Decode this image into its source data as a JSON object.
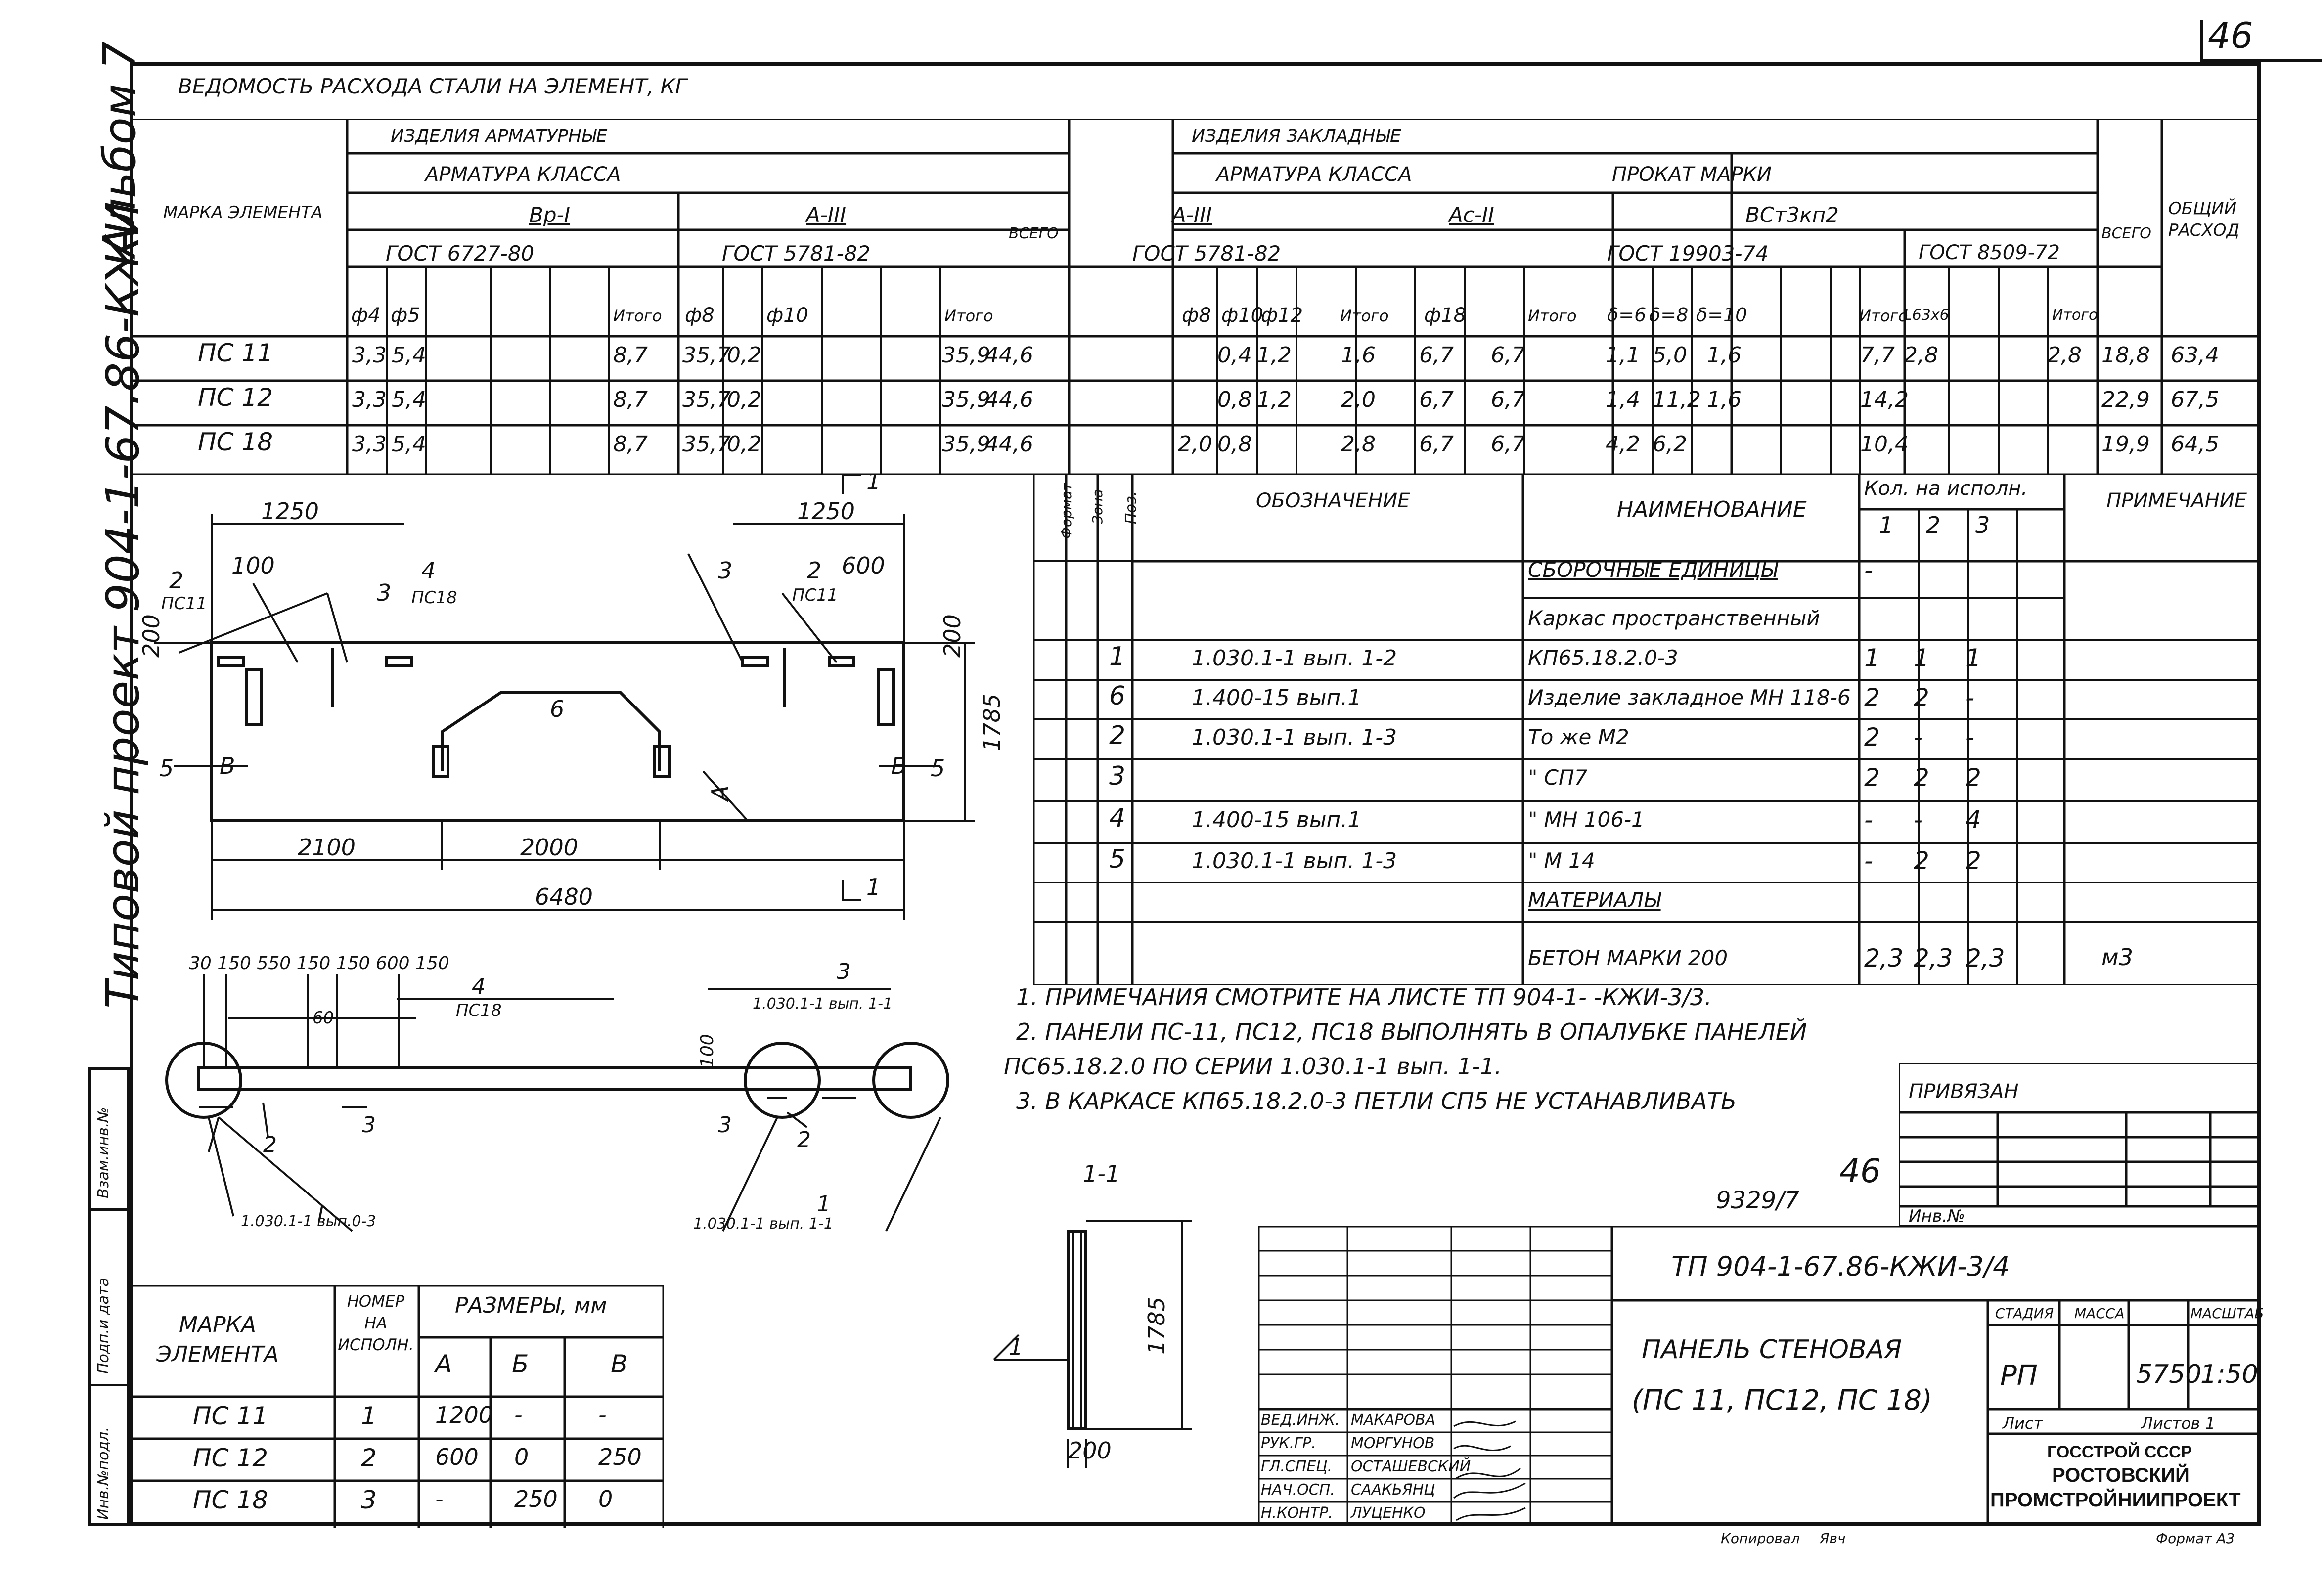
{
  "page_number": "46",
  "margin": {
    "album": "Альбом 7",
    "project": "Типовой проект 904-1-67.86-КЖИ",
    "stamp_cells": [
      "Взам.инв.№",
      "Подп.и дата",
      "Инв.№подл."
    ]
  },
  "steel_table": {
    "title": "ВЕДОМОСТЬ РАСХОДА СТАЛИ НА ЭЛЕМЕНТ, КГ",
    "mark_header": "МАРКА ЭЛЕМЕНТА",
    "group_reinf": "ИЗДЕЛИЯ АРМАТУРНЫЕ",
    "group_embed": "ИЗДЕЛИЯ ЗАКЛАДНЫЕ",
    "class_header": "АРМАТУРА КЛАССА",
    "class_header2": "АРМАТУРА КЛАССА",
    "prokat_header": "ПРОКАТ МАРКИ",
    "vr1": "Вр-I",
    "a3": "А-III",
    "a3b": "А-III",
    "ac2": "Ас-II",
    "steel_grade": "ВСт3кп2",
    "gost1": "ГОСТ 6727-80",
    "gost2": "ГОСТ 5781-82",
    "gost3": "ГОСТ 5781-82",
    "gost4": "ГОСТ 19903-74",
    "gost5": "ГОСТ 8509-72",
    "total_label": "ВСЕГО",
    "total_label2": "ВСЕГО",
    "overall_label": "ОБЩИЙ РАСХОД",
    "subheaders": [
      "ф4",
      "ф5",
      "Итого",
      "ф8",
      "ф10",
      "Итого",
      "ф8",
      "ф10",
      "ф12",
      "Итого",
      "ф18",
      "Итого",
      "δ=6",
      "δ=8",
      "δ=10",
      "Итого",
      "L63х6",
      "Итого"
    ],
    "rows": [
      {
        "mark": "ПС 11",
        "v": [
          "3,3",
          "5,4",
          "8,7",
          "35,7",
          "0,2",
          "35,9",
          "44,6",
          "",
          "0,4",
          "1,2",
          "1,6",
          "6,7",
          "6,7",
          "1,1",
          "5,0",
          "1,6",
          "7,7",
          "2,8",
          "2,8",
          "18,8",
          "63,4"
        ]
      },
      {
        "mark": "ПС 12",
        "v": [
          "3,3",
          "5,4",
          "8,7",
          "35,7",
          "0,2",
          "35,9",
          "44,6",
          "",
          "0,8",
          "1,2",
          "2,0",
          "6,7",
          "6,7",
          "1,4",
          "11,2",
          "1,6",
          "14,2",
          "",
          "",
          "22,9",
          "67,5"
        ]
      },
      {
        "mark": "ПС 18",
        "v": [
          "3,3",
          "5,4",
          "8,7",
          "35,7",
          "0,2",
          "35,9",
          "44,6",
          "2,0",
          "0,8",
          "",
          "2,8",
          "6,7",
          "6,7",
          "4,2",
          "6,2",
          "",
          "10,4",
          "",
          "",
          "19,9",
          "64,5"
        ]
      }
    ]
  },
  "spec_table": {
    "headers": {
      "format": "Формат",
      "zone": "Зона",
      "pos": "Поз.",
      "designation": "ОБОЗНАЧЕНИЕ",
      "name": "НАИМЕНОВАНИЕ",
      "qty": "Кол. на исполн.",
      "note": "ПРИМЕЧАНИЕ"
    },
    "qty_cols": [
      "1",
      "2",
      "3"
    ],
    "rows": [
      {
        "pos": "",
        "des": "",
        "name": "СБОРОЧНЫЕ ЕДИНИЦЫ",
        "q": [
          "-",
          "",
          ""
        ],
        "note": ""
      },
      {
        "pos": "",
        "des": "",
        "name": "Каркас пространственный",
        "q": [
          "",
          "",
          ""
        ],
        "note": ""
      },
      {
        "pos": "1",
        "des": "1.030.1-1 вып. 1-2",
        "name": "КП65.18.2.0-3",
        "q": [
          "1",
          "1",
          "1"
        ],
        "note": ""
      },
      {
        "pos": "6",
        "des": "1.400-15 вып.1",
        "name": "Изделие закладное МН 118-6",
        "q": [
          "2",
          "2",
          "-"
        ],
        "note": ""
      },
      {
        "pos": "2",
        "des": "1.030.1-1 вып. 1-3",
        "name": "То же М2",
        "q": [
          "2",
          "-",
          "-"
        ],
        "note": ""
      },
      {
        "pos": "3",
        "des": "",
        "name": "\" СП7",
        "q": [
          "2",
          "2",
          "2"
        ],
        "note": ""
      },
      {
        "pos": "4",
        "des": "1.400-15 вып.1",
        "name": "\" МН 106-1",
        "q": [
          "-",
          "-",
          "4"
        ],
        "note": ""
      },
      {
        "pos": "5",
        "des": "1.030.1-1 вып. 1-3",
        "name": "\" М 14",
        "q": [
          "-",
          "2",
          "2"
        ],
        "note": ""
      },
      {
        "pos": "",
        "des": "",
        "name": "МАТЕРИАЛЫ",
        "q": [
          "",
          "",
          ""
        ],
        "note": ""
      },
      {
        "pos": "",
        "des": "",
        "name": "БЕТОН МАРКИ 200",
        "q": [
          "2,3",
          "2,3",
          "2,3"
        ],
        "note": "м3"
      }
    ]
  },
  "notes": [
    "1. ПРИМЕЧАНИЯ СМОТРИТЕ НА ЛИСТЕ ТП 904-1- -КЖИ-3/3.",
    "2. ПАНЕЛИ ПС-11, ПС12, ПС18 ВЫПОЛНЯТЬ В ОПАЛУБКЕ ПАНЕЛЕЙ",
    "ПС65.18.2.0 ПО СЕРИИ 1.030.1-1 вып. 1-1.",
    "3. В КАРКАСЕ КП65.18.2.0-3 ПЕТЛИ СП5 НЕ УСТАНАВЛИВАТЬ"
  ],
  "drawing": {
    "dims": [
      "1250",
      "100",
      "1250",
      "600",
      "200",
      "200",
      "1785",
      "2100",
      "2000",
      "6480",
      "1785",
      "200",
      "100"
    ],
    "dims_small": "30 150 550 150 150 600 150",
    "dim_60": "60",
    "labels": [
      "2",
      "ПС11",
      "4",
      "ПС18",
      "3",
      "3",
      "2",
      "ПС11",
      "6",
      "5",
      "В",
      "Б",
      "5",
      "А",
      "1",
      "1",
      "4",
      "ПС18",
      "3",
      "1.030.1-1 вып. 1-1",
      "2",
      "3",
      "3",
      "2",
      "I",
      "1.030.1-1 вып.0-3",
      "1",
      "1.030.1-1 вып. 1-1",
      "1-1",
      "1"
    ],
    "handwritten": [
      "46",
      "9329/7"
    ]
  },
  "dim_table": {
    "mark": "МАРКА ЭЛЕМЕНТА",
    "exec": "НОМЕР НА ИСПОЛН.",
    "sizes": "РАЗМЕРЫ, мм",
    "cols": [
      "А",
      "Б",
      "В"
    ],
    "rows": [
      {
        "mark": "ПС 11",
        "n": "1",
        "a": "1200",
        "b": "-",
        "c": "-"
      },
      {
        "mark": "ПС 12",
        "n": "2",
        "a": "600",
        "b": "0",
        "c": "250"
      },
      {
        "mark": "ПС 18",
        "n": "3",
        "a": "-",
        "b": "250",
        "c": "0"
      }
    ]
  },
  "privyazan": {
    "title": "ПРИВЯЗАН",
    "inv": "Инв.№"
  },
  "title_block": {
    "code": "ТП 904-1-67.86-КЖИ-3/4",
    "name1": "ПАНЕЛЬ СТЕНОВАЯ",
    "name2": "(ПС 11, ПС12, ПС 18)",
    "stage_h": "СТАДИЯ",
    "mass_h": "МАССА",
    "scale_h": "МАСШТАБ",
    "stage": "РП",
    "mass": "5750",
    "scale": "1:50",
    "sheet": "Лист",
    "sheets": "Листов 1",
    "org1": "ГОССТРОЙ СССР",
    "org2": "РОСТОВСКИЙ",
    "org3": "ПРОМСТРОЙНИИПРОЕКТ",
    "people": [
      {
        "role": "ВЕД.ИНЖ.",
        "name": "МАКАРОВА"
      },
      {
        "role": "РУК.ГР.",
        "name": "МОРГУНОВ"
      },
      {
        "role": "ГЛ.СПЕЦ.",
        "name": "ОСТАШЕВСКИЙ"
      },
      {
        "role": "НАЧ.ОСП.",
        "name": "СААКЬЯНЦ"
      },
      {
        "role": "Н.КОНТР.",
        "name": "ЛУЦЕНКО"
      }
    ]
  },
  "footer": {
    "copied": "Копировал",
    "copier": "Явч",
    "format": "Формат А3"
  }
}
